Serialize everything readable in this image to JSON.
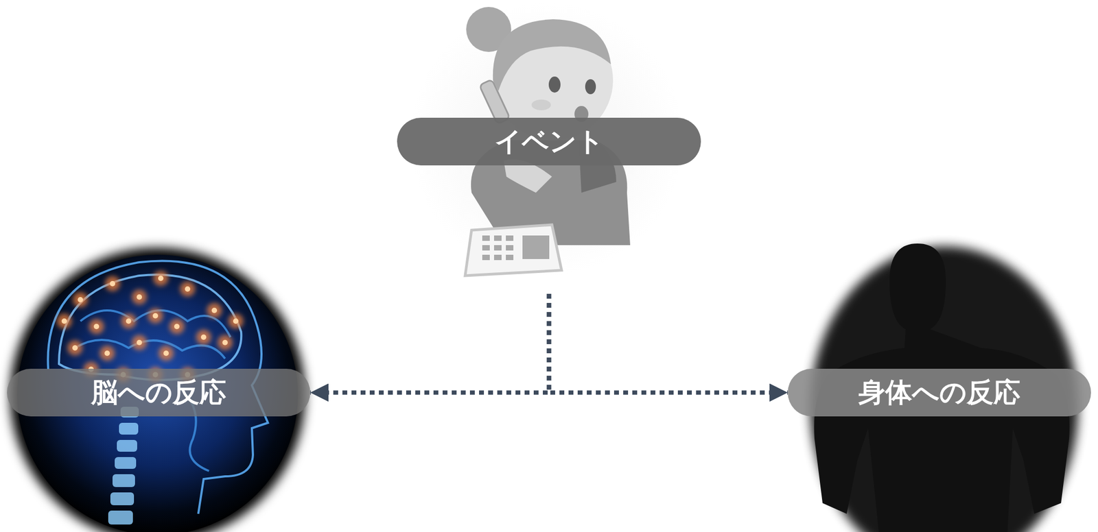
{
  "diagram": {
    "nodes": [
      {
        "text": [
          "イベント"
        ]
      },
      {
        "text": [
          "脳への反応"
        ]
      },
      {
        "text": [
          "身体への反応"
        ]
      }
    ],
    "edges": [
      {
        "from": 0,
        "to": 1,
        "arrow": "to"
      },
      {
        "from": 0,
        "to": 2,
        "arrow": "to"
      }
    ]
  }
}
